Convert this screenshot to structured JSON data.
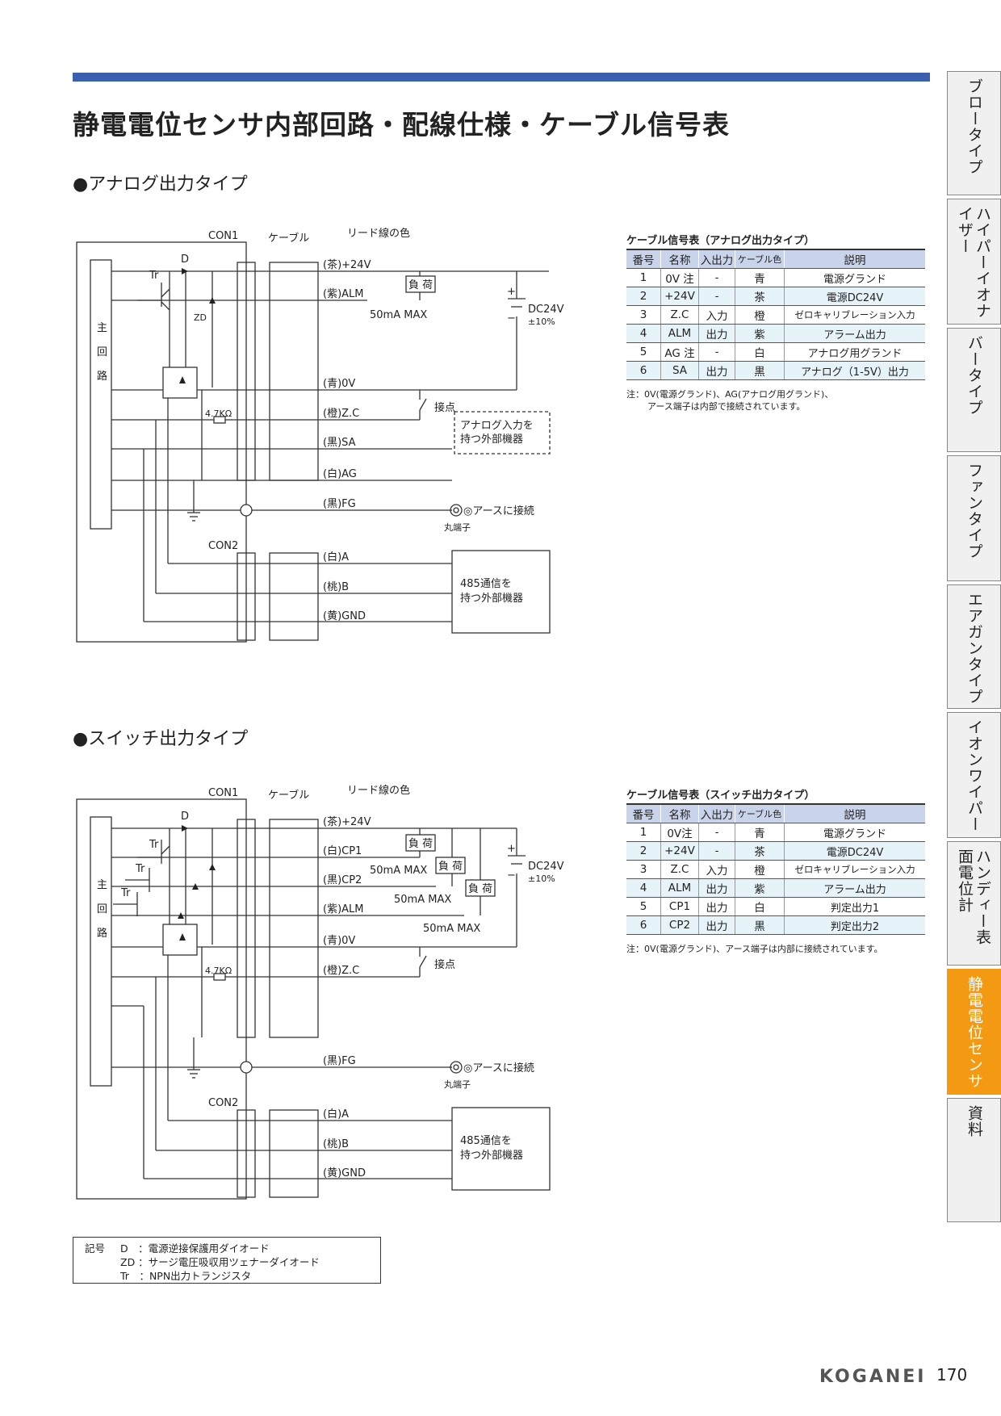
{
  "title": "静電電位センサ内部回路・配線仕様・ケーブル信号表",
  "sections": {
    "analog": "●アナログ出力タイプ",
    "switch": "●スイッチ出力タイプ"
  },
  "circuit_labels": {
    "con1": "CON1",
    "con2": "CON2",
    "cable": "ケーブル",
    "lead_color": "リード線の色",
    "main1": "主",
    "main2": "回",
    "main3": "路",
    "d": "D",
    "tr": "Tr",
    "zd": "ZD",
    "resistor": "4.7KΩ",
    "load": "負 荷",
    "max50": "50mA MAX",
    "dc24v": "DC24V",
    "tol": "±10%",
    "plus": "+",
    "minus": "−",
    "contact": "接点",
    "earth": "◎アースに接続",
    "round_terminal": "丸端子",
    "analog_device1": "アナログ入力を",
    "analog_device2": "持つ外部機器",
    "rs485_1": "485通信を",
    "rs485_2": "持つ外部機器"
  },
  "analog_wires": [
    "(茶)+24V",
    "(紫)ALM",
    "(青)0V",
    "(橙)Z.C",
    "(黒)SA",
    "(白)AG",
    "(黒)FG"
  ],
  "switch_wires": [
    "(茶)+24V",
    "(白)CP1",
    "(黒)CP2",
    "(紫)ALM",
    "(青)0V",
    "(橙)Z.C",
    "(黒)FG"
  ],
  "con2_wires": [
    "(白)A",
    "(桃)B",
    "(黄)GND"
  ],
  "analog_table": {
    "caption": "ケーブル信号表（アナログ出力タイプ）",
    "headers": [
      "番号",
      "名称",
      "入出力",
      "ケーブル色",
      "説明"
    ],
    "rows": [
      [
        "1",
        "0V 注",
        "-",
        "青",
        "電源グランド"
      ],
      [
        "2",
        "+24V",
        "-",
        "茶",
        "電源DC24V"
      ],
      [
        "3",
        "Z.C",
        "入力",
        "橙",
        "ゼロキャリブレーション入力"
      ],
      [
        "4",
        "ALM",
        "出力",
        "紫",
        "アラーム出力"
      ],
      [
        "5",
        "AG 注",
        "-",
        "白",
        "アナログ用グランド"
      ],
      [
        "6",
        "SA",
        "出力",
        "黒",
        "アナログ（1-5V）出力"
      ]
    ],
    "note1": "注：0V(電源グランド)、AG(アナログ用グランド)、",
    "note2": "アース端子は内部で接続されています。"
  },
  "switch_table": {
    "caption": "ケーブル信号表（スイッチ出力タイプ）",
    "headers": [
      "番号",
      "名称",
      "入出力",
      "ケーブル色",
      "説明"
    ],
    "rows": [
      [
        "1",
        "0V注",
        "-",
        "青",
        "電源グランド"
      ],
      [
        "2",
        "+24V",
        "-",
        "茶",
        "電源DC24V"
      ],
      [
        "3",
        "Z.C",
        "入力",
        "橙",
        "ゼロキャリブレーション入力"
      ],
      [
        "4",
        "ALM",
        "出力",
        "紫",
        "アラーム出力"
      ],
      [
        "5",
        "CP1",
        "出力",
        "白",
        "判定出力1"
      ],
      [
        "6",
        "CP2",
        "出力",
        "黒",
        "判定出力2"
      ]
    ],
    "note": "注：0V(電源グランド)、アース端子は内部に接続されています。"
  },
  "legend": {
    "label": "記号",
    "d": "D　：電源逆接保護用ダイオード",
    "zd": "ZD ：サージ電圧吸収用ツェナーダイオード",
    "tr": "Tr　：NPN出力トランジスタ"
  },
  "side_tabs": [
    {
      "label": "ブロータイプ",
      "active": false
    },
    {
      "label": "ハイパーイオナイザー",
      "active": false
    },
    {
      "label": "バータイプ",
      "active": false
    },
    {
      "label": "ファンタイプ",
      "active": false
    },
    {
      "label": "エアガンタイプ",
      "active": false
    },
    {
      "label": "イオンワイパー",
      "active": false
    },
    {
      "label": "ハンディー表面電位計",
      "active": false
    },
    {
      "label": "静電電位センサ",
      "active": true
    },
    {
      "label": "資料",
      "active": false
    }
  ],
  "active_tab_color": "#f39a12",
  "accent_color": "#3b5fae",
  "brand": "KOGANEI",
  "page_number": "170"
}
